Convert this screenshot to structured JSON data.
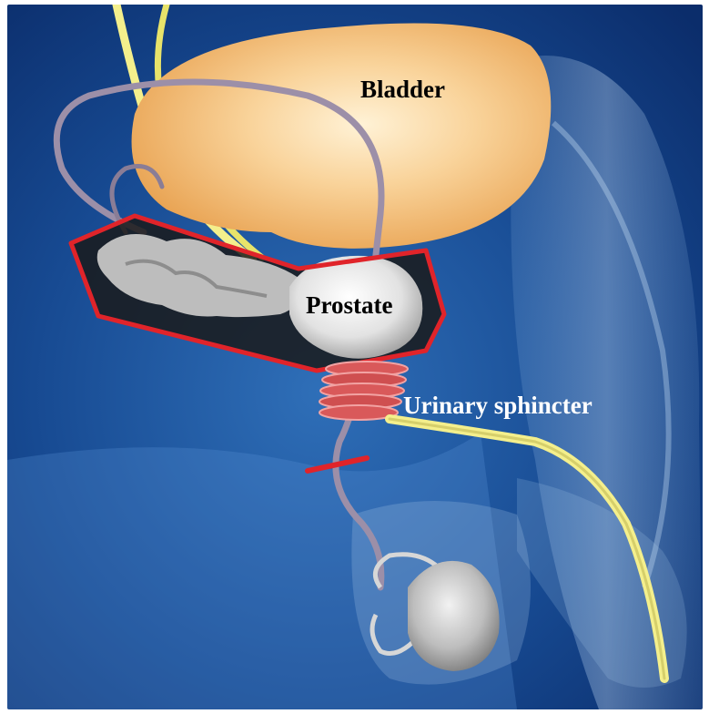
{
  "labels": {
    "bladder": "Bladder",
    "prostate": "Prostate",
    "sphincter": "Urinary sphincter"
  },
  "colors": {
    "background_dark": "#0b2d6b",
    "background_light": "#2f6fb8",
    "bladder": "#f6bf73",
    "highlight_outline": "#e0242a",
    "urethra": "#e8e36a",
    "sphincter": "#d9595a",
    "prostate": "#e6e6e6",
    "label_dark": "#000000",
    "label_light": "#ffffff"
  }
}
